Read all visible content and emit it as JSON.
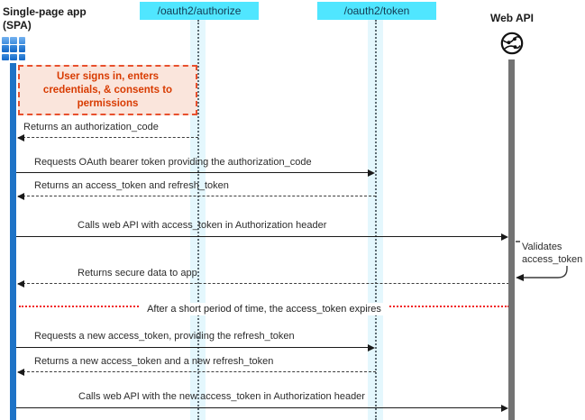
{
  "participants": {
    "spa": {
      "label": "Single-page app",
      "sublabel": "(SPA)",
      "icon": "app-waffle-icon"
    },
    "authorize": {
      "label": "/oauth2/authorize"
    },
    "token": {
      "label": "/oauth2/token"
    },
    "webapi": {
      "label": "Web API",
      "icon": "globe-network-icon"
    }
  },
  "note": {
    "text": "User signs in, enters credentials, & consents to permissions"
  },
  "messages": [
    {
      "text": "Returns an authorization_code",
      "from": "authorize",
      "to": "spa",
      "style": "dashed"
    },
    {
      "text": "Requests OAuth bearer token providing the authorization_code",
      "from": "spa",
      "to": "token",
      "style": "solid"
    },
    {
      "text": "Returns an access_token and refresh_token",
      "from": "token",
      "to": "spa",
      "style": "dashed"
    },
    {
      "text": "Calls web API with access_token in Authorization header",
      "from": "spa",
      "to": "webapi",
      "style": "solid"
    },
    {
      "text": "Returns secure data to app",
      "from": "webapi",
      "to": "spa",
      "style": "dashed"
    },
    {
      "text": "Requests a new access_token, providing the refresh_token",
      "from": "spa",
      "to": "token",
      "style": "solid"
    },
    {
      "text": "Returns a new access_token and a new refresh_token",
      "from": "token",
      "to": "spa",
      "style": "dashed"
    },
    {
      "text": "Calls web API with the new access_token in Authorization header",
      "from": "spa",
      "to": "webapi",
      "style": "solid"
    }
  ],
  "self_message": {
    "line1": "Validates",
    "line2": "access_token",
    "target": "webapi"
  },
  "separator": {
    "text": "After a short period of time, the access_token expires"
  },
  "colors": {
    "endpoint_fill": "#50e6ff",
    "endpoint_text": "#123a52",
    "spa_bar": "#1e73c6",
    "webapi_bar": "#737373",
    "lifeline_band": "#e4f7fd",
    "note_accent": "#d83b01",
    "separator_red": "#f22222"
  }
}
